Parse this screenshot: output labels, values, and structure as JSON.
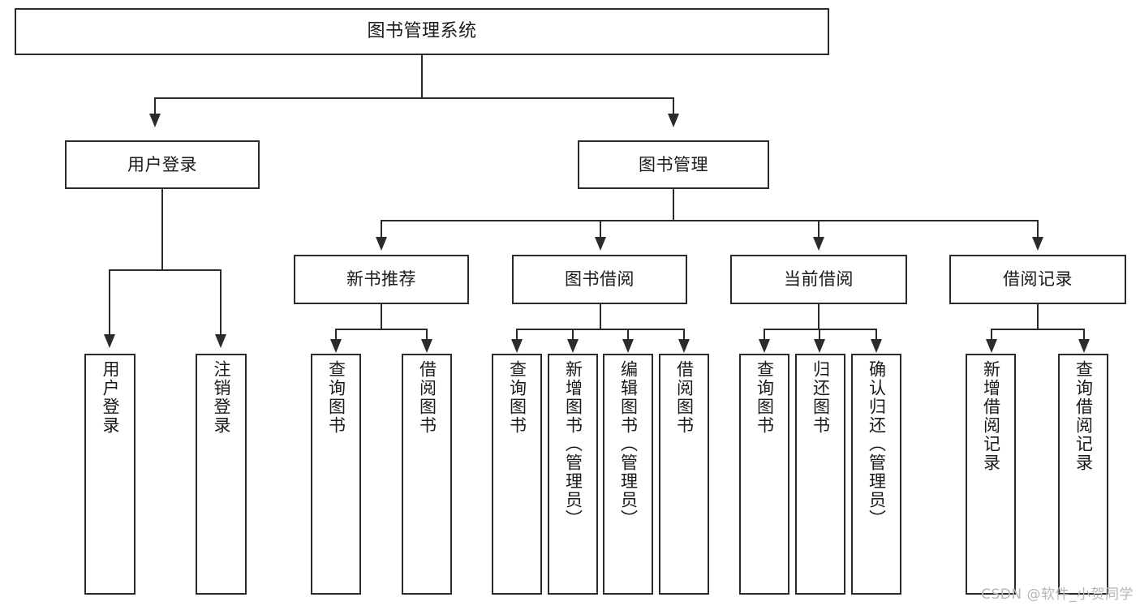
{
  "diagram": {
    "title": "图书管理系统",
    "type": "tree",
    "nodes": {
      "root": {
        "label": "图书管理系统"
      },
      "user_login": {
        "label": "用户登录"
      },
      "book_manage": {
        "label": "图书管理"
      },
      "new_book_rec": {
        "label": "新书推荐"
      },
      "book_borrow": {
        "label": "图书借阅"
      },
      "current_borrow": {
        "label": "当前借阅"
      },
      "borrow_record": {
        "label": "借阅记录"
      },
      "leaf_user_login": {
        "label": "用户登录"
      },
      "leaf_user_logout": {
        "label": "注销登录"
      },
      "leaf_rec_query": {
        "label": "查询图书"
      },
      "leaf_rec_borrow": {
        "label": "借阅图书"
      },
      "leaf_borrow_query": {
        "label": "查询图书"
      },
      "leaf_borrow_add": {
        "label": "新增图书（管理员）"
      },
      "leaf_borrow_edit": {
        "label": "编辑图书（管理员）"
      },
      "leaf_borrow_lend": {
        "label": "借阅图书"
      },
      "leaf_cur_query": {
        "label": "查询图书"
      },
      "leaf_cur_return": {
        "label": "归还图书"
      },
      "leaf_cur_confirm": {
        "label": "确认归还（管理员）"
      },
      "leaf_rec_add": {
        "label": "新增借阅记录"
      },
      "leaf_rec_query2": {
        "label": "查询借阅记录"
      }
    },
    "watermark": "CSDN @软件_小贺同学",
    "colors": {
      "stroke": "#2b2b2b",
      "background": "#ffffff",
      "text": "#1a1a1a",
      "watermark": "#b6b6b6"
    }
  }
}
